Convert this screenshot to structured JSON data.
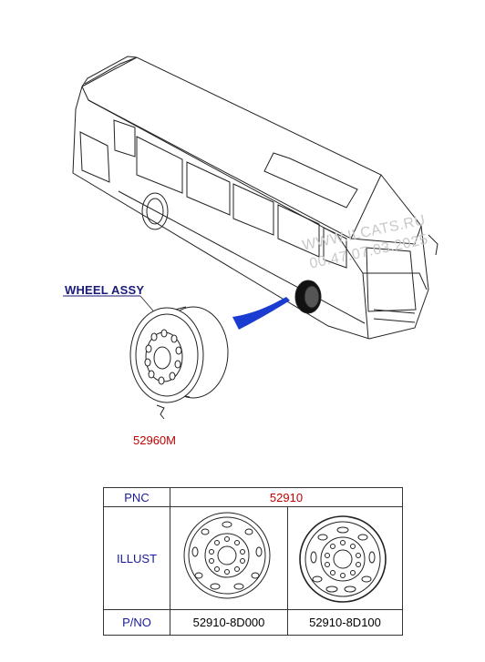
{
  "diagram": {
    "assembly_label": "WHEEL ASSY",
    "part_callout": "52960M",
    "watermark_line1": "WWW.ILCATS.RU",
    "watermark_line2": "00.47.07.03.2025"
  },
  "table": {
    "pnc_header": "PNC",
    "pnc_value": "52910",
    "illust_header": "ILLUST",
    "pno_header": "P/NO",
    "parts": [
      {
        "pno": "52910-8D000",
        "style": "ten-hole steel wheel"
      },
      {
        "pno": "52910-8D100",
        "style": "ten-hole steel wheel with bead ring"
      }
    ]
  },
  "colors": {
    "label_blue": "#1a1a7a",
    "part_red": "#c00000",
    "arrow_blue": "#1a3cd0"
  }
}
